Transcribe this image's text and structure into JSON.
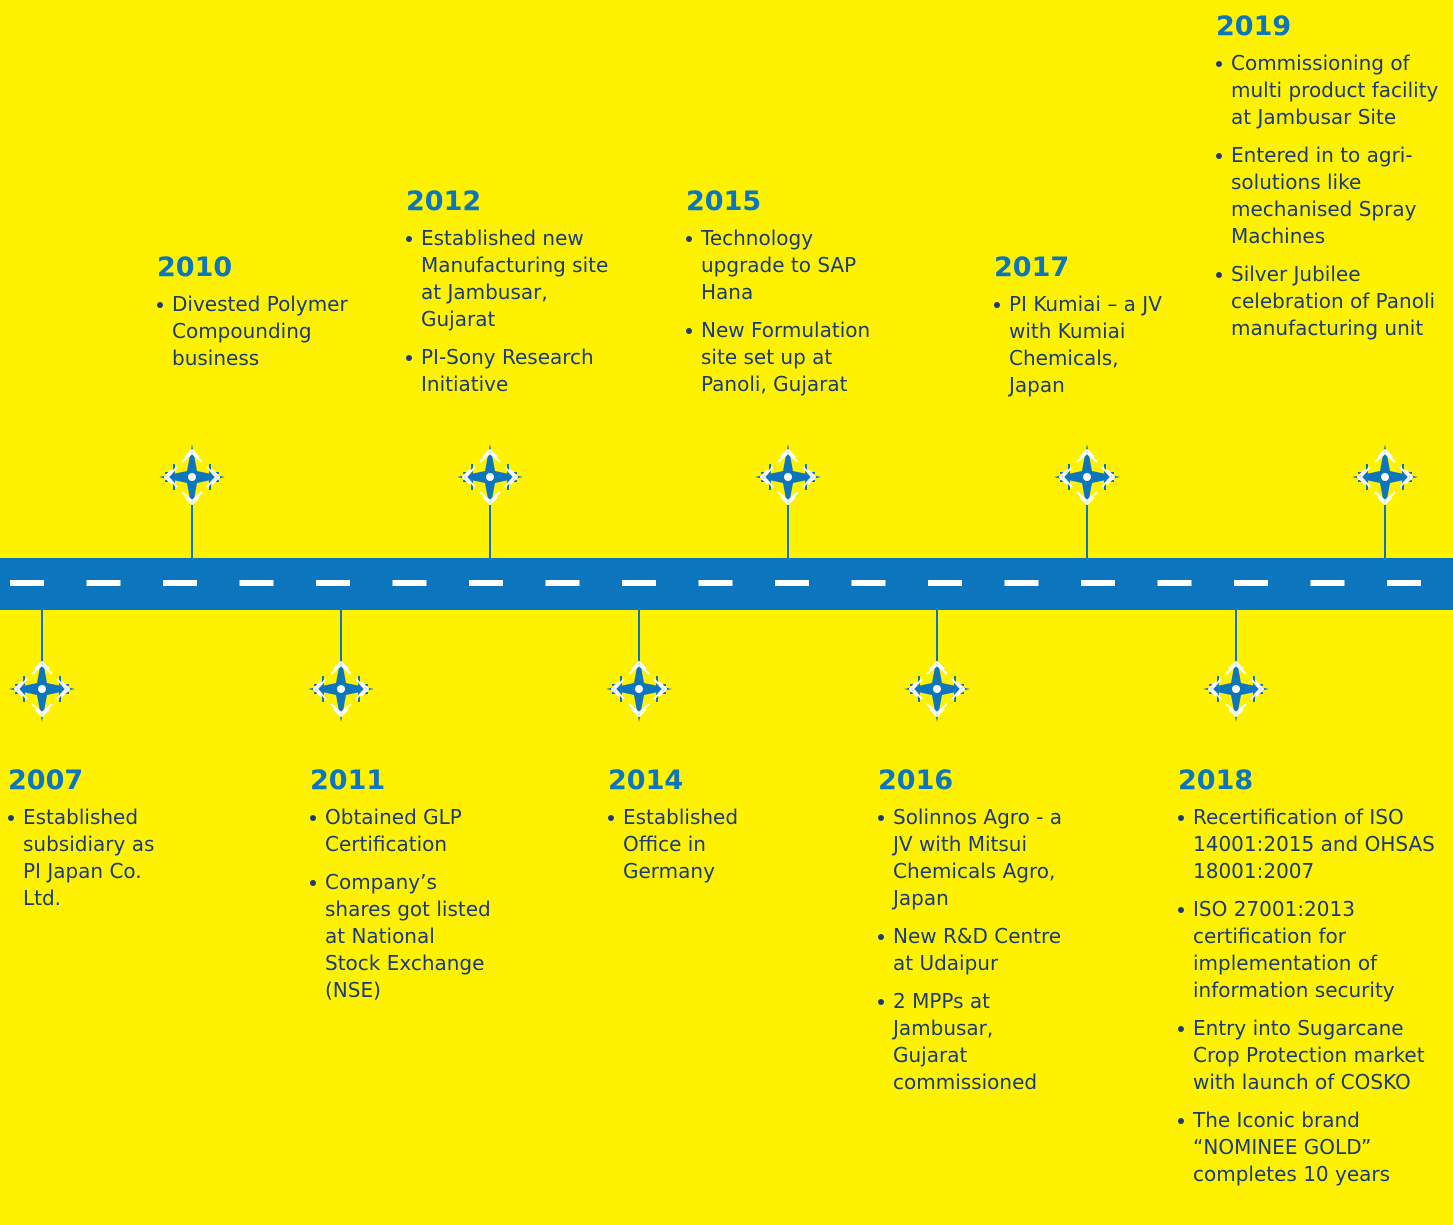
{
  "colors": {
    "background": "#fff200",
    "road": "#0b75bd",
    "dash": "#ffffff",
    "year": "#0b75bd",
    "text": "#1a3a78",
    "node": "#0b75bd",
    "node_outline": "#ffffff"
  },
  "icons": {
    "node": "compass-star-icon",
    "bullet": "bullet-dot-icon"
  },
  "milestones": [
    {
      "year": "2007",
      "position": "below",
      "items": [
        "Established subsidiary as PI Japan Co. Ltd."
      ]
    },
    {
      "year": "2010",
      "position": "above",
      "items": [
        "Divested Polymer Compounding business"
      ]
    },
    {
      "year": "2011",
      "position": "below",
      "items": [
        "Obtained GLP Certification",
        "Company’s shares got listed at National Stock Exchange (NSE)"
      ]
    },
    {
      "year": "2012",
      "position": "above",
      "items": [
        "Established new Manufacturing site at Jambusar, Gujarat",
        "PI-Sony Research Initiative"
      ]
    },
    {
      "year": "2014",
      "position": "below",
      "items": [
        "Established Office in Germany"
      ]
    },
    {
      "year": "2015",
      "position": "above",
      "items": [
        "Technology upgrade to SAP Hana",
        "New Formulation site set up at Panoli, Gujarat"
      ]
    },
    {
      "year": "2016",
      "position": "below",
      "items": [
        "Solinnos Agro - a JV with Mitsui Chemicals Agro, Japan",
        "New R&D Centre at Udaipur",
        "2 MPPs at Jambusar, Gujarat commissioned"
      ]
    },
    {
      "year": "2017",
      "position": "above",
      "items": [
        "PI Kumiai – a JV with Kumiai Chemicals, Japan"
      ]
    },
    {
      "year": "2018",
      "position": "below",
      "items": [
        "Recertification of ISO 14001:2015 and OHSAS 18001:2007",
        "ISO 27001:2013 certification for implementation of information security",
        "Entry into Sugarcane Crop Protection market with launch of COSKO",
        "The Iconic brand “NOMINEE GOLD” completes 10 years"
      ]
    },
    {
      "year": "2019",
      "position": "above",
      "items": [
        "Commissioning of multi product facility at Jambusar Site",
        "Entered in to agri-solutions like mechanised Spray Machines",
        "Silver Jubilee celebration of Panoli manufacturing unit"
      ]
    }
  ]
}
